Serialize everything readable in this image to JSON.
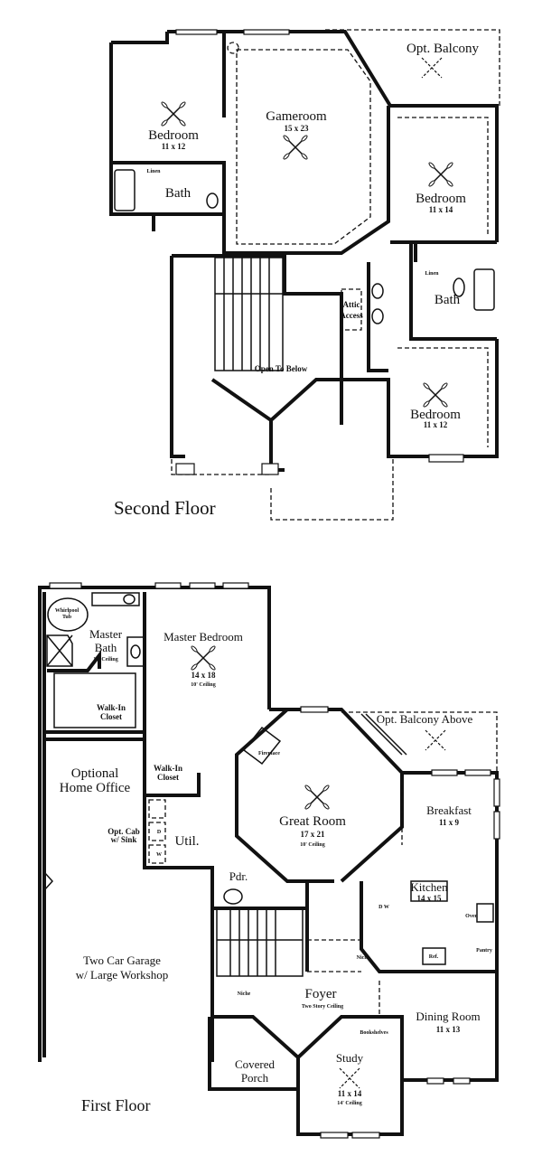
{
  "second_floor": {
    "title": "Second Floor",
    "rooms": {
      "bedroom_left": {
        "name": "Bedroom",
        "size": "11 x 12"
      },
      "gameroom": {
        "name": "Gameroom",
        "size": "15 x 23"
      },
      "opt_balcony": {
        "name": "Opt. Balcony"
      },
      "bedroom_right": {
        "name": "Bedroom",
        "size": "11 x 14"
      },
      "bath_left": {
        "name": "Bath"
      },
      "bath_right": {
        "name": "Bath"
      },
      "bedroom_lower": {
        "name": "Bedroom",
        "size": "11 x 12"
      },
      "open_to_below": {
        "name": "Open To Below"
      },
      "attic_access": {
        "line1": "Attic",
        "line2": "Access"
      },
      "linen_left": {
        "name": "Linen"
      },
      "linen_right": {
        "name": "Linen"
      }
    }
  },
  "first_floor": {
    "title": "First Floor",
    "rooms": {
      "whirlpool": {
        "line1": "Whirlpool",
        "line2": "Tub"
      },
      "master_bath": {
        "line1": "Master",
        "line2": "Bath",
        "ceiling": "10' Ceiling"
      },
      "master_bedroom": {
        "name": "Master Bedroom",
        "size": "14 x 18",
        "ceiling": "10' Ceiling"
      },
      "walk_in_closet_1": {
        "line1": "Walk-In",
        "line2": "Closet"
      },
      "walk_in_closet_2": {
        "line1": "Walk-In",
        "line2": "Closet"
      },
      "home_office": {
        "line1": "Optional",
        "line2": "Home Office"
      },
      "opt_cab": {
        "line1": "Opt. Cab",
        "line2": "w/ Sink"
      },
      "dryer": "D",
      "washer": "W",
      "util": {
        "name": "Util."
      },
      "fireplace": {
        "name": "Fireplace"
      },
      "great_room": {
        "name": "Great Room",
        "size": "17 x 21",
        "ceiling": "10' Ceiling"
      },
      "opt_balcony_above": {
        "name": "Opt. Balcony Above"
      },
      "breakfast": {
        "name": "Breakfast",
        "size": "11 x 9"
      },
      "kitchen": {
        "name": "Kitchen",
        "size": "14 x 15"
      },
      "dw": "D W",
      "ref": "Ref.",
      "oven": "Oven",
      "pantry": "Pantry",
      "pdr": {
        "name": "Pdr."
      },
      "niche_1": "Niche",
      "niche_2": "Niche",
      "garage": {
        "line1": "Two Car Garage",
        "line2": "w/ Large Workshop"
      },
      "foyer": {
        "name": "Foyer",
        "ceiling": "Two Story Ceiling"
      },
      "bookshelves": "Bookshelves",
      "dining_room": {
        "name": "Dining Room",
        "size": "11 x 13"
      },
      "study": {
        "name": "Study",
        "size": "11 x 14",
        "ceiling": "14' Ceiling"
      },
      "covered_porch": {
        "line1": "Covered",
        "line2": "Porch"
      }
    }
  }
}
